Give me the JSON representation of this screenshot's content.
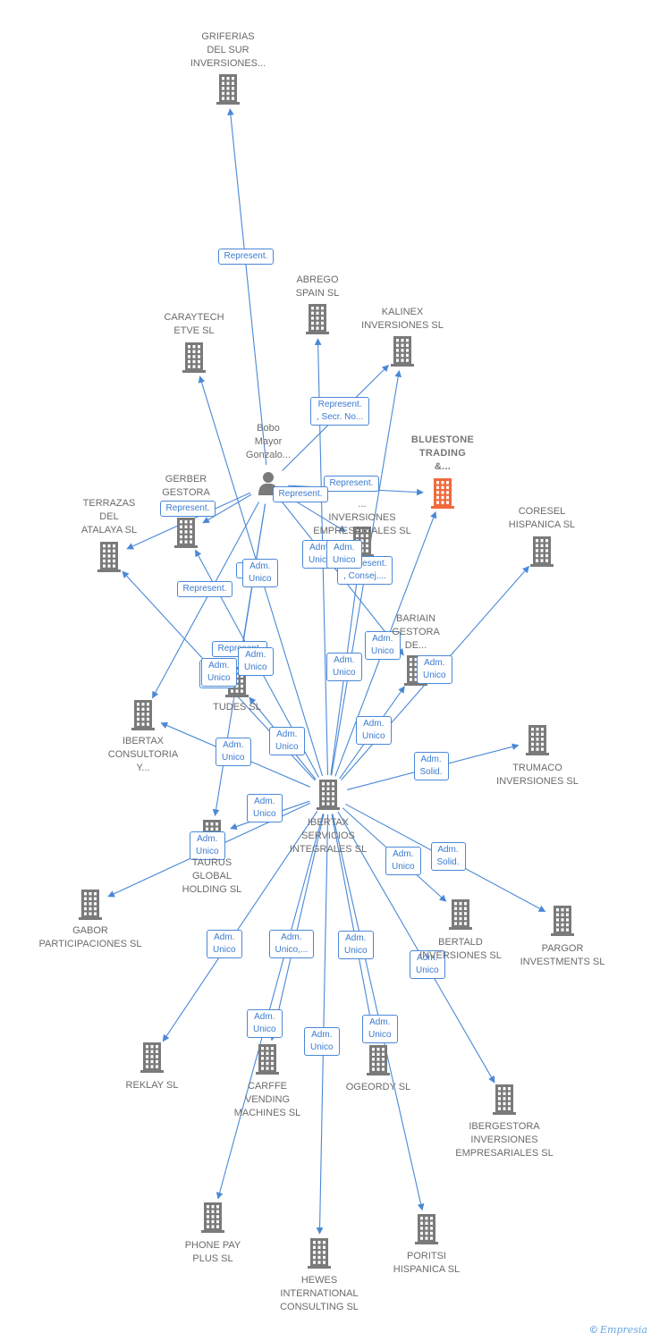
{
  "colors": {
    "edge": "#4a88d6",
    "building": "#7a7a7a",
    "focus": "#f26a3c",
    "person": "#7a7a7a"
  },
  "nodes": [
    {
      "id": "griferias",
      "label": "GRIFERIAS\nDEL SUR\nINVERSIONES...",
      "type": "company"
    },
    {
      "id": "abrego",
      "label": "ABREGO\nSPAIN SL",
      "type": "company"
    },
    {
      "id": "kalinex",
      "label": "KALINEX\nINVERSIONES SL",
      "type": "company"
    },
    {
      "id": "caraytech",
      "label": "CARAYTECH\nETVE SL",
      "type": "company"
    },
    {
      "id": "bobo",
      "label": "Bobo\nMayor\nGonzalo...",
      "type": "person"
    },
    {
      "id": "bluestone",
      "label": "BLUESTONE\nTRADING\n&...",
      "type": "focus"
    },
    {
      "id": "gerber",
      "label": "GERBER\nGESTORA",
      "type": "company"
    },
    {
      "id": "terrazas",
      "label": "TERRAZAS\nDEL\nATALAYA SL",
      "type": "company"
    },
    {
      "id": "alzeta",
      "label": "...\nINVERSIONES\nEMPRESARIALES SL",
      "type": "company"
    },
    {
      "id": "coresel",
      "label": "CORESEL\nHISPANICA SL",
      "type": "company"
    },
    {
      "id": "bariain",
      "label": "BARIAIN\nGESTORA\nDE...",
      "type": "company"
    },
    {
      "id": "tudes",
      "label": "TUDES SL",
      "type": "company"
    },
    {
      "id": "ibertaxcons",
      "label": "IBERTAX\nCONSULTORIA\nY...",
      "type": "company"
    },
    {
      "id": "trumaco",
      "label": "TRUMACO\nINVERSIONES SL",
      "type": "company"
    },
    {
      "id": "ibertax",
      "label": "IBERTAX\nSERVICIOS\nINTEGRALES SL",
      "type": "company"
    },
    {
      "id": "taurus",
      "label": "TAURUS\nGLOBAL\nHOLDING SL",
      "type": "company"
    },
    {
      "id": "gabor",
      "label": "GABOR\nPARTICIPACIONES SL",
      "type": "company"
    },
    {
      "id": "bertald",
      "label": "BERTALD\nINVERSIONES SL",
      "type": "company"
    },
    {
      "id": "pargor",
      "label": "PARGOR\nINVESTMENTS SL",
      "type": "company"
    },
    {
      "id": "reklay",
      "label": "REKLAY SL",
      "type": "company"
    },
    {
      "id": "carffe",
      "label": "CARFFE\nVENDING\nMACHINES SL",
      "type": "company"
    },
    {
      "id": "ogeordy",
      "label": "OGEORDY SL",
      "type": "company"
    },
    {
      "id": "ibergestora",
      "label": "IBERGESTORA\nINVERSIONES\nEMPRESARIALES SL",
      "type": "company"
    },
    {
      "id": "phonepay",
      "label": "PHONE PAY\nPLUS SL",
      "type": "company"
    },
    {
      "id": "hewes",
      "label": "HEWES\nINTERNATIONAL\nCONSULTING SL",
      "type": "company"
    },
    {
      "id": "poritsi",
      "label": "PORITSI\nHISPANICA SL",
      "type": "company"
    }
  ],
  "edges": [
    {
      "from": "bobo",
      "to": "griferias",
      "label": "Represent."
    },
    {
      "from": "bobo",
      "to": "kalinex",
      "label": "Represent.\n, Secr. No..."
    },
    {
      "from": "bobo",
      "to": "bluestone",
      "label": "Represent."
    },
    {
      "from": "bobo",
      "to": "alzeta",
      "label": "Represent."
    },
    {
      "from": "bobo",
      "to": "terrazas",
      "label": "Represent."
    },
    {
      "from": "bobo",
      "to": "gerber",
      "label": "Repr."
    },
    {
      "from": "bobo",
      "to": "ibertaxcons",
      "label": "Represent."
    },
    {
      "from": "bobo",
      "to": "tudes",
      "label": "Represent."
    },
    {
      "from": "bobo",
      "to": "bariain",
      "label": "Represent.\n, Consej...."
    },
    {
      "from": "bobo",
      "to": "taurus",
      "label": "Adm.\nUnico"
    },
    {
      "from": "ibertax",
      "to": "abrego",
      "label": "Adm.\nUnico"
    },
    {
      "from": "ibertax",
      "to": "caraytech",
      "label": "Adm.\nUnico"
    },
    {
      "from": "ibertax",
      "to": "kalinex",
      "label": "Adm.\nUnico"
    },
    {
      "from": "ibertax",
      "to": "bluestone",
      "label": "Adm.\nUnico"
    },
    {
      "from": "ibertax",
      "to": "coresel",
      "label": "Adm.\nUnico"
    },
    {
      "from": "ibertax",
      "to": "terrazas",
      "label": "Adm.\nUnico"
    },
    {
      "from": "ibertax",
      "to": "gerber",
      "label": "Adm.\nUnico"
    },
    {
      "from": "ibertax",
      "to": "tudes",
      "label": "Adm.\nUnico"
    },
    {
      "from": "ibertax",
      "to": "alzeta",
      "label": "Adm.\nUnico"
    },
    {
      "from": "ibertax",
      "to": "bariain",
      "label": "Adm.\nUnico"
    },
    {
      "from": "ibertax",
      "to": "ibertaxcons",
      "label": "Adm.\nUnico"
    },
    {
      "from": "ibertax",
      "to": "trumaco",
      "label": "Adm.\nSolid."
    },
    {
      "from": "ibertax",
      "to": "taurus",
      "label": "Adm.\nUnico"
    },
    {
      "from": "ibertax",
      "to": "gabor",
      "label": "Adm.\nUnico"
    },
    {
      "from": "ibertax",
      "to": "bertald",
      "label": "Adm.\nUnico"
    },
    {
      "from": "ibertax",
      "to": "pargor",
      "label": "Adm.\nSolid."
    },
    {
      "from": "ibertax",
      "to": "reklay",
      "label": "Adm.\nUnico"
    },
    {
      "from": "ibertax",
      "to": "carffe",
      "label": "Adm.\nUnico,..."
    },
    {
      "from": "ibertax",
      "to": "ogeordy",
      "label": "Adm.\nUnico"
    },
    {
      "from": "ibertax",
      "to": "ibergestora",
      "label": "Adm.\nUnico"
    },
    {
      "from": "ibertax",
      "to": "phonepay",
      "label": "Adm.\nUnico"
    },
    {
      "from": "ibertax",
      "to": "hewes",
      "label": "Adm.\nUnico"
    },
    {
      "from": "ibertax",
      "to": "poritsi",
      "label": "Adm.\nUnico"
    }
  ],
  "footer": {
    "copyright": "©",
    "brand": "Empresia"
  }
}
